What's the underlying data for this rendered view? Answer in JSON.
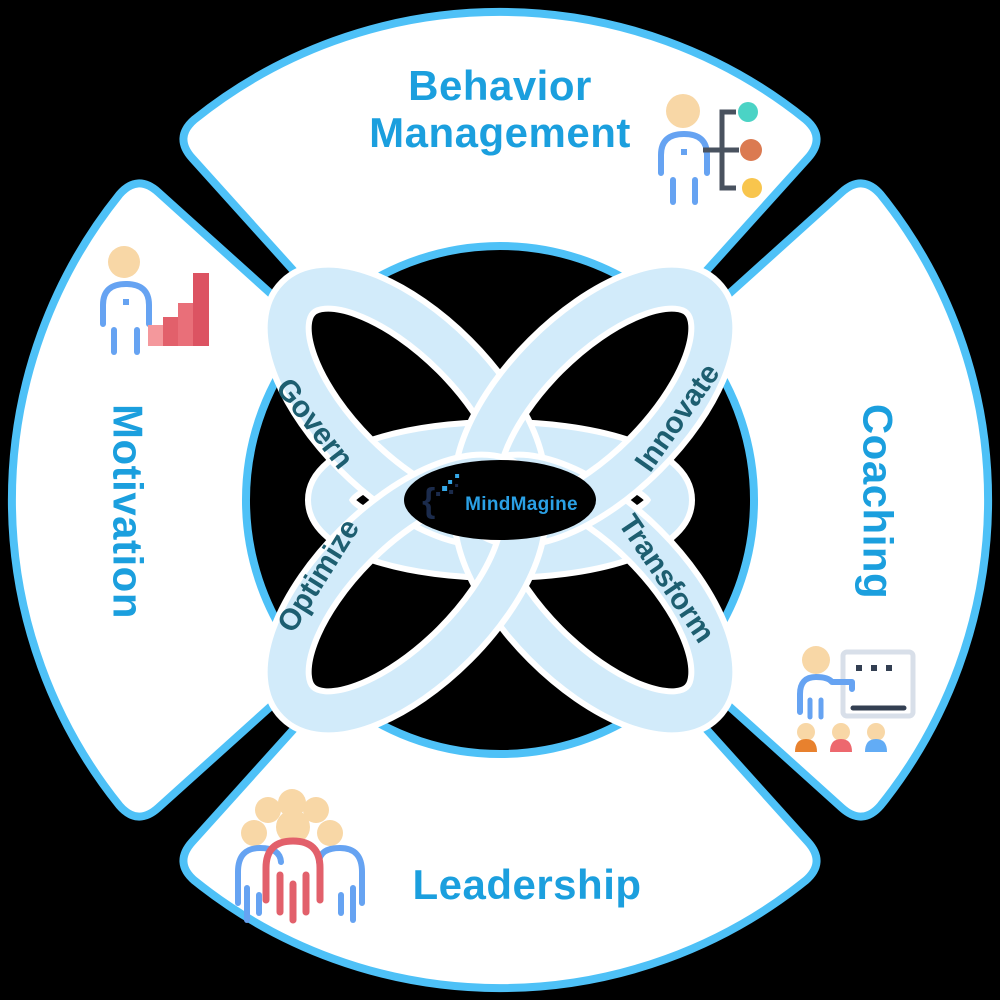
{
  "segments": {
    "top": {
      "label": "Behavior Management",
      "icon": "person-org-chart"
    },
    "right": {
      "label": "Coaching",
      "icon": "presenter-whiteboard"
    },
    "bottom": {
      "label": "Leadership",
      "icon": "people-group"
    },
    "left": {
      "label": "Motivation",
      "icon": "person-growth-chart"
    }
  },
  "core_words": {
    "nw": "Govern",
    "ne": "Innovate",
    "sw": "Optimize",
    "se": "Transform"
  },
  "logo": {
    "brace": "{",
    "text": "MindMagine"
  },
  "colors": {
    "background": "#000000",
    "segment_fill": "#ffffff",
    "segment_border": "#4ec1f7",
    "segment_label": "#1b9fde",
    "ribbon": "#d2ebfa",
    "ribbon_casing": "#ffffff",
    "knot_text": "#1d5e70",
    "logo_navy": "#1b2b4c",
    "logo_blue": "#2aa0e5",
    "skin_peach": "#f8d7a6",
    "person_blue": "#66a3f2",
    "accent_red": "#e2606b",
    "dot_teal": "#4bd3c5",
    "dot_orange": "#db7a51",
    "dot_yellow": "#f8c54d"
  }
}
